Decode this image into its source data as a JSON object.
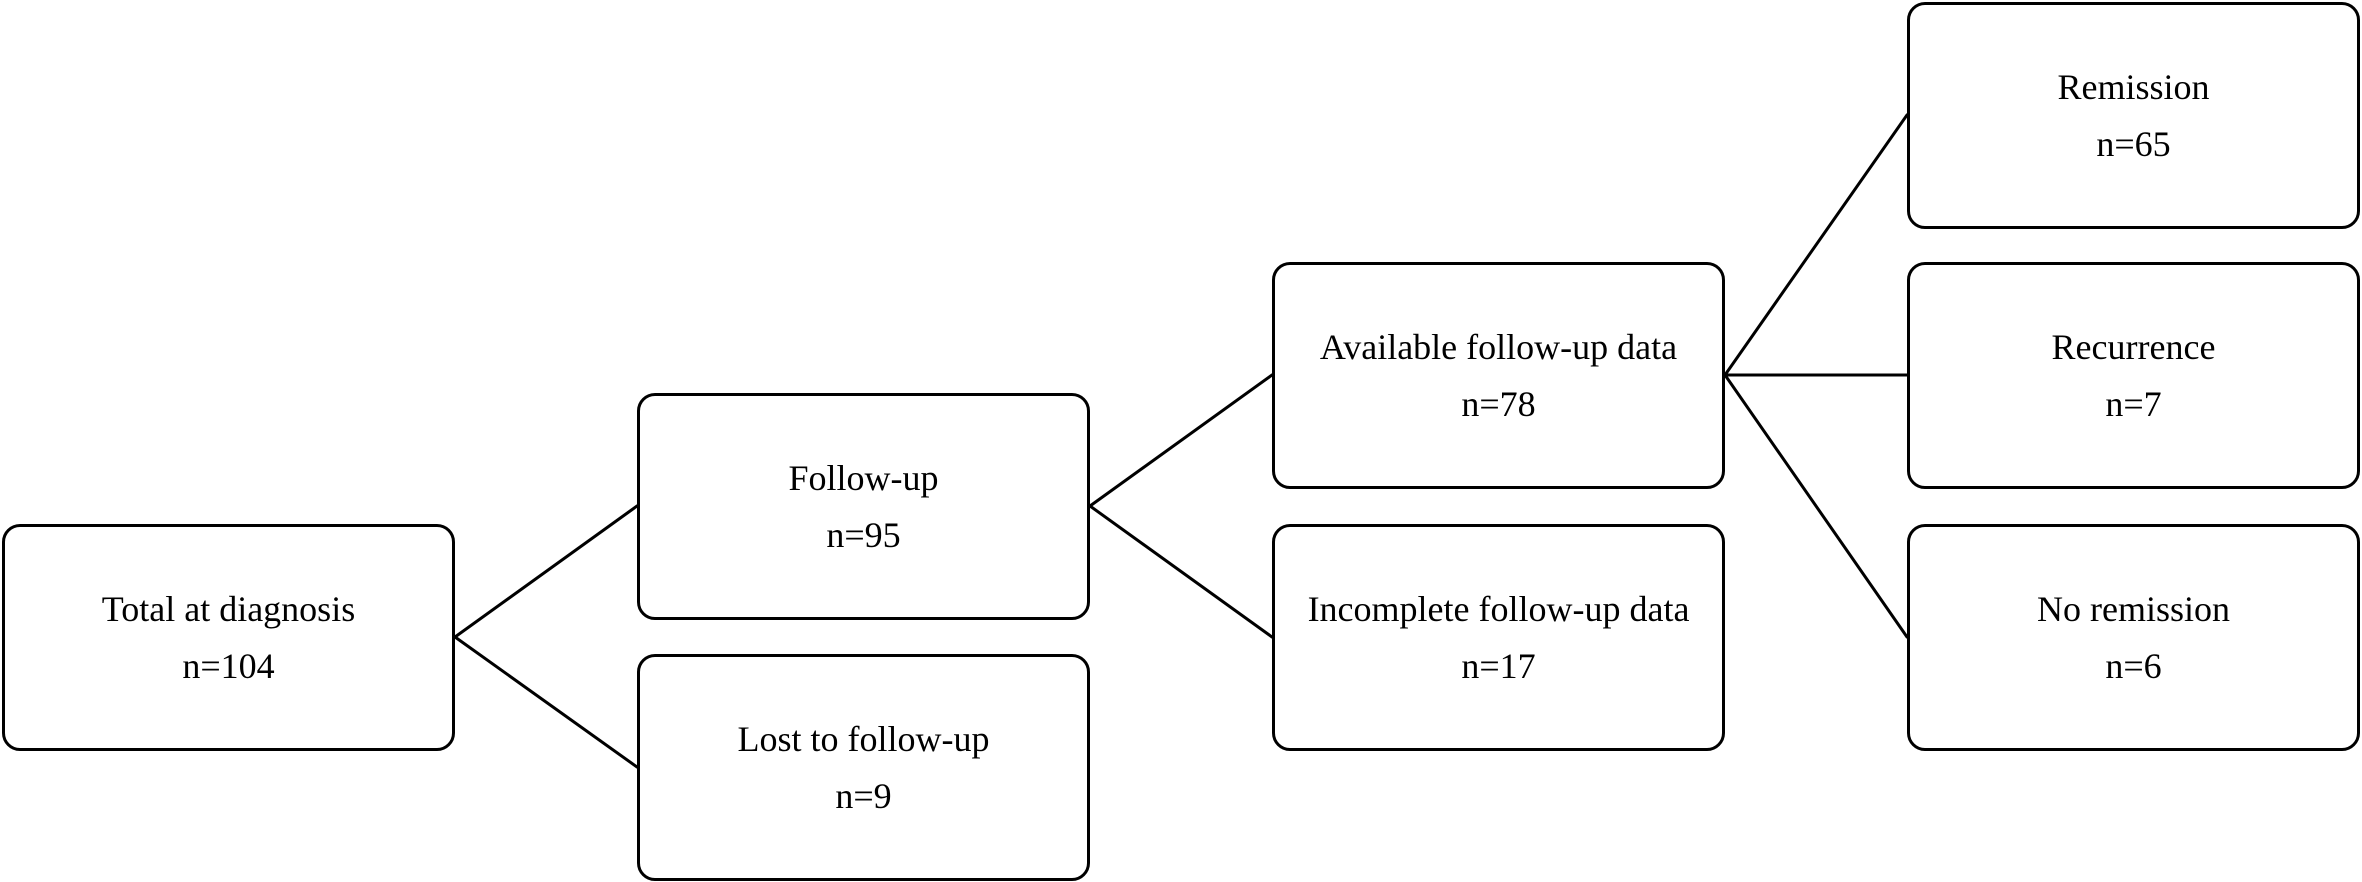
{
  "nodes": {
    "total": {
      "label": "Total at diagnosis",
      "count": "n=104"
    },
    "followup": {
      "label": "Follow-up",
      "count": "n=95"
    },
    "lost": {
      "label": "Lost to follow-up",
      "count": "n=9"
    },
    "available": {
      "label": "Available follow-up data",
      "count": "n=78"
    },
    "incomplete": {
      "label": "Incomplete follow-up data",
      "count": "n=17"
    },
    "remission": {
      "label": "Remission",
      "count": "n=65"
    },
    "recurrence": {
      "label": "Recurrence",
      "count": "n=7"
    },
    "no_remission": {
      "label": "No remission",
      "count": "n=6"
    }
  },
  "colors": {
    "line": "#000000",
    "box_border": "#000000",
    "background": "#ffffff"
  }
}
